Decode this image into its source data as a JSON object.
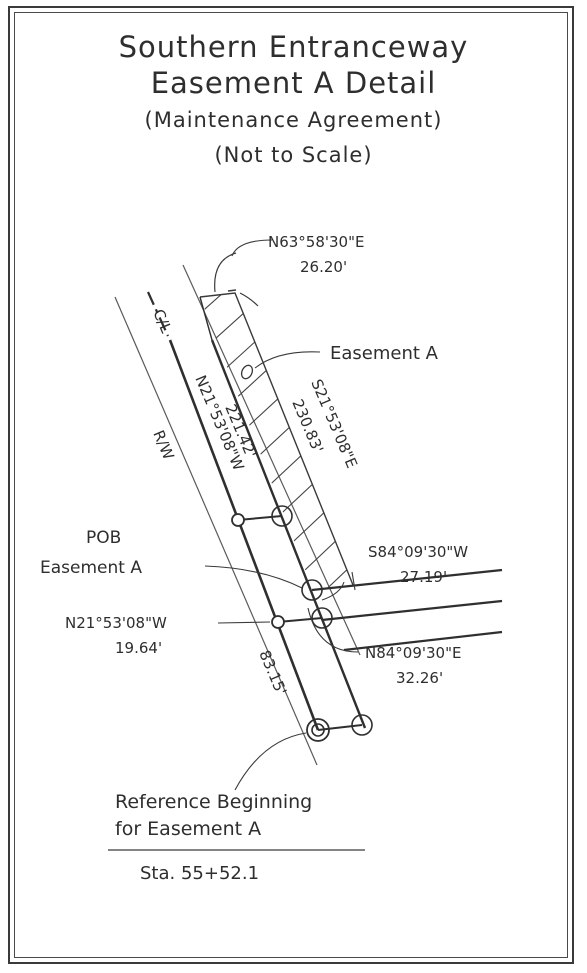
{
  "title": {
    "line1": "Southern Entranceway",
    "line2": "Easement A Detail",
    "line3": "(Maintenance Agreement)",
    "line4": "(Not to Scale)"
  },
  "labels": {
    "top_bearing": "N63°58'30\"E",
    "top_distance": "26.20'",
    "easement": "Easement A",
    "centerline": "C/L",
    "right_of_way": "R/W",
    "west_bearing": "N21°53'08\"W",
    "west_distance": "221.42'",
    "east_bearing": "S21°53'08\"E",
    "east_distance": "230.83'",
    "pob_line1": "POB",
    "pob_line2": "Easement A",
    "south_bearing": "S84°09'30\"W",
    "south_distance": "27.19'",
    "mid_bearing": "N21°53'08\"W",
    "mid_distance": "19.64'",
    "north_bearing": "N84°09'30\"E",
    "north_distance": "32.26'",
    "ref_distance": "83.15'",
    "ref_line1": "Reference Beginning",
    "ref_line2": "for Easement A",
    "station": "Sta. 55+52.1"
  }
}
